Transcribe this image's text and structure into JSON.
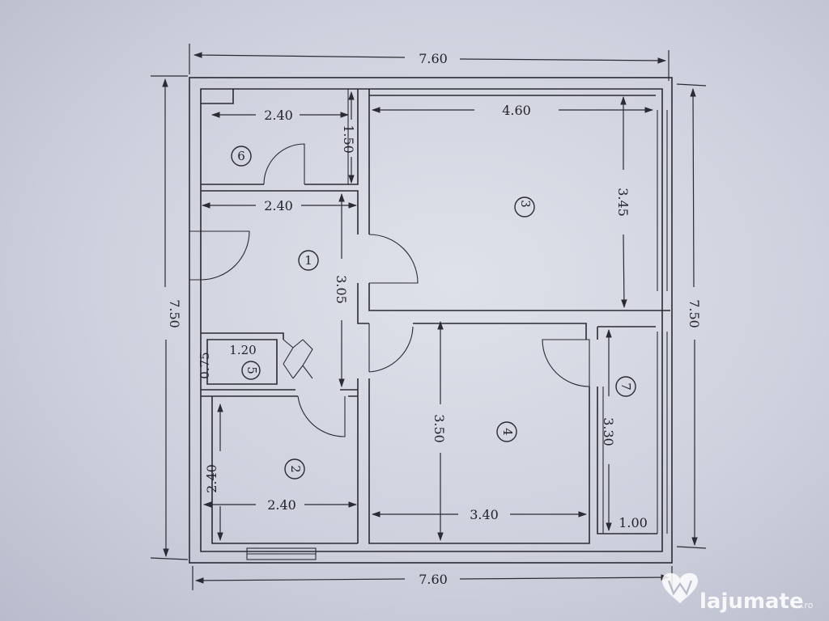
{
  "plan": {
    "overall_width_top": "7.60",
    "overall_width_bottom": "7.60",
    "overall_height_left": "7.50",
    "overall_height_right": "7.50",
    "rooms": [
      {
        "id": "6",
        "dims": [
          "2.40",
          "1.50"
        ]
      },
      {
        "id": "1",
        "dims": [
          "2.40",
          "3.05"
        ]
      },
      {
        "id": "3",
        "dims": [
          "4.60",
          "3.45"
        ]
      },
      {
        "id": "5",
        "dims": [
          "1.20",
          "0.75"
        ]
      },
      {
        "id": "2",
        "dims": [
          "2.40",
          "2.40"
        ]
      },
      {
        "id": "4",
        "dims": [
          "3.40",
          "3.50"
        ]
      },
      {
        "id": "7",
        "dims": [
          "1.00",
          "3.30"
        ]
      }
    ]
  },
  "watermark": {
    "brand": "lajumate",
    "suffix": ".ro",
    "icon": "heart-w-logo-icon"
  }
}
